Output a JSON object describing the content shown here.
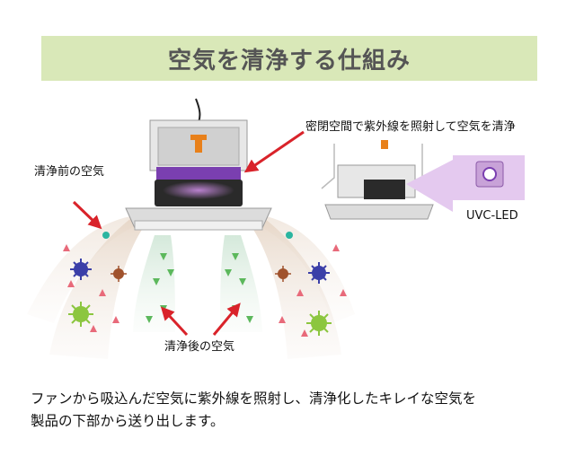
{
  "title": "空気を清浄する仕組み",
  "labels": {
    "before_air": "清浄前の空気",
    "sealed_space": "密閉空間で紫外線を照射して空気を清浄",
    "after_air": "清浄後の空気",
    "uvc_led": "UVC-LED"
  },
  "description": {
    "line1": "ファンから吸込んだ空気に紫外線を照射し、清浄化したキレイな空気を",
    "line2": "製品の下部から送り出します。"
  },
  "colors": {
    "banner": "#d9e8b8",
    "arrow": "#d9232a",
    "uv": "#7a3fb0",
    "virus_green": "#8cc63f",
    "virus_blue": "#3b3fa8",
    "virus_brown": "#a0522d",
    "clean_arrow": "#5cb85c",
    "device_orange": "#e8801a"
  }
}
